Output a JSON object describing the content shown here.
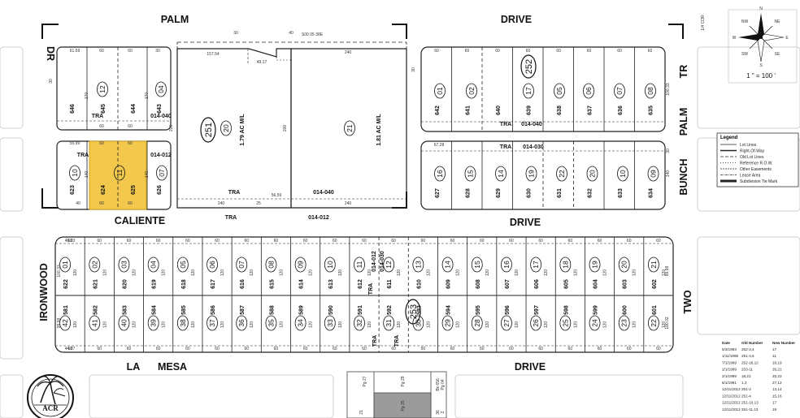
{
  "streets": {
    "palm_top": "PALM",
    "drive_top": "DRIVE",
    "dr_left": "DR",
    "palm_tr": "PALM",
    "tr_right": "TR",
    "bunch": "BUNCH",
    "caliente": "CALIENTE",
    "drive_mid": "DRIVE",
    "ironwood": "IRONWOOD",
    "two": "TWO",
    "la": "LA",
    "mesa": "MESA",
    "drive_bottom": "DRIVE",
    "quarter_cor": "1/4 COR"
  },
  "block_labels": {
    "tra": "TRA",
    "b_014_040": "014-040",
    "b_014_012": "014-012",
    "b_014_030": "014-030",
    "b_014_012_030": "014-012",
    "b_014_030_v": "014-030",
    "parcel_big": "1.81 AC M/L",
    "parcel_small": "1.79 AC M/L",
    "page_251": "251",
    "page_252": "252",
    "page_253": "253",
    "lot_20": "20",
    "lot_21": "21"
  },
  "tl_block": {
    "lots_top": [
      "12",
      "04"
    ],
    "apns_bottom": [
      "646",
      "645",
      "644",
      "643"
    ],
    "apns_row2": [
      "623",
      "624",
      "625",
      "626"
    ],
    "lots_row2": [
      "10",
      "11",
      "07"
    ]
  },
  "tr_block": {
    "lots": [
      "01",
      "02",
      "17",
      "05",
      "06",
      "07",
      "08"
    ],
    "apns": [
      "642",
      "641",
      "640",
      "639",
      "638",
      "637",
      "636",
      "635"
    ]
  },
  "mr_block": {
    "lots": [
      "16",
      "15",
      "14",
      "19",
      "22",
      "20",
      "10",
      "09"
    ],
    "apns": [
      "627",
      "628",
      "629",
      "630",
      "631",
      "632",
      "633",
      "634"
    ]
  },
  "bottom_block": {
    "top_lots": [
      "01",
      "02",
      "03",
      "04",
      "05",
      "06",
      "07",
      "08",
      "09",
      "10",
      "11",
      "12",
      "13",
      "14",
      "15",
      "16",
      "17",
      "18",
      "19",
      "20",
      "21"
    ],
    "top_apns": [
      "622",
      "621",
      "620",
      "619",
      "618",
      "617",
      "616",
      "615",
      "614",
      "613",
      "612",
      "611",
      "610",
      "609",
      "608",
      "607",
      "606",
      "605",
      "604",
      "603",
      "602"
    ],
    "bot_apns": [
      "581",
      "582",
      "583",
      "584",
      "585",
      "586",
      "587",
      "588",
      "589",
      "590",
      "591",
      "592",
      "593",
      "594",
      "595",
      "596",
      "597",
      "598",
      "599",
      "600",
      "601"
    ],
    "bot_lots": [
      "42",
      "41",
      "40",
      "39",
      "38",
      "37",
      "36",
      "35",
      "34",
      "33",
      "32",
      "31",
      "30",
      "29",
      "28",
      "27",
      "26",
      "25",
      "24",
      "23",
      "22"
    ]
  },
  "bottom_parcels": {
    "pg27": "Pg 27",
    "pg29": "Pg 29",
    "pg25": "Pg 25",
    "bk656": "Bk 656",
    "pg04": "Pg 04",
    "n21": "21",
    "n36": "36",
    "n2": "2"
  },
  "dims": {
    "d60": "60",
    "d40": "40",
    "d30": "30",
    "d240": "240",
    "d25": "25",
    "d170": "170",
    "d140": "140",
    "d120": "120",
    "d200": "200",
    "d157": "157.54",
    "d4917": "49.17",
    "d6159": "61.59",
    "d5599": "55.99",
    "d5659": "56.59",
    "d4693": "46.93",
    "d4497": "44.97",
    "d6728": "67.28",
    "d10033": "100.33",
    "d10002": "100.02",
    "d9998": "99.98",
    "bearing": "S00 05 38E"
  },
  "scale": {
    "text": "1 \" = 100 '"
  },
  "legend": {
    "title": "Legend",
    "items": [
      "Lot Lines",
      "Right-Of-Way",
      "Old Lot Lines",
      "Reference R.O.W.",
      "Other Easements",
      "Lease Area",
      "Subdivision Tie Mark"
    ]
  },
  "compass": {
    "n": "N",
    "s": "S",
    "e": "E",
    "w": "W",
    "ne": "NE",
    "nw": "NW",
    "se": "SE",
    "sw": "SW"
  },
  "history_table": {
    "headers": [
      "Date",
      "Old Number",
      "New Number"
    ],
    "rows": [
      [
        "5/3/1993",
        "252-3,4",
        "17"
      ],
      [
        "1/11/1995",
        "251-4,6",
        "11"
      ],
      [
        "7/1/1999",
        "252-16,12",
        "18,19"
      ],
      [
        "2/1/1999",
        "253-11",
        "26,21"
      ],
      [
        "2/1/1999",
        "18,21",
        "25,22"
      ],
      [
        "6/1/1991",
        "1,3",
        "27,12"
      ],
      [
        "12/11/2012",
        "251-2",
        "13,14"
      ],
      [
        "12/11/2012",
        "251-4",
        "15,16"
      ],
      [
        "12/11/2012",
        "251-10,13",
        "17"
      ],
      [
        "12/11/2012",
        "251-11,13",
        "19"
      ]
    ]
  },
  "logo": {
    "text": "ACR"
  },
  "colors": {
    "highlight": "#f2c94c",
    "highlight_stroke": "#d6a51a",
    "grey_block": "#9b9b9b",
    "line": "#222222"
  }
}
